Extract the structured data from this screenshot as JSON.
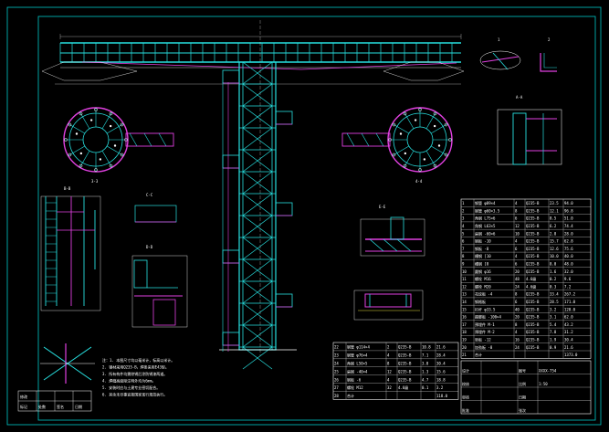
{
  "sheet": {
    "background": "#000000",
    "frame_color": "#00c8c8",
    "title_block_text": "XXXX-754",
    "scale_text": "1:50"
  },
  "colors": {
    "cyan": "#27e0e0",
    "magenta": "#e040e0",
    "white": "#ffffff",
    "yellow": "#e8e040",
    "green": "#40e040",
    "red": "#e03030"
  },
  "views": {
    "detail_1": "1",
    "detail_2": "2",
    "plan_left": "3-3",
    "plan_right": "4-4",
    "section_a": "A-A",
    "section_b": "B-B",
    "section_c": "C-C",
    "section_d": "D-D",
    "section_e": "E-E"
  },
  "notes": {
    "lines": [
      "注：1. 本图尺寸均以毫米计，标高以米计。",
      "2. 钢材采用Q235-B，焊条采用E43型。",
      "3. 所有构件均需除锈后涂防锈漆两道。",
      "4. 焊缝高度除注明外均为6mm。",
      "5. 安装时应与土建专业密切配合。",
      "6. 其余未尽事宜按国家现行规范执行。"
    ]
  },
  "material_table_right": {
    "rows": [
      [
        "1",
        "钢管 φ89×4",
        "4",
        "Q235-B",
        "23.5",
        "94.0"
      ],
      [
        "2",
        "钢管 φ60×3.5",
        "8",
        "Q235-B",
        "12.1",
        "96.8"
      ],
      [
        "3",
        "角钢 L75×6",
        "6",
        "Q235-B",
        "8.5",
        "51.0"
      ],
      [
        "4",
        "角钢 L63×5",
        "12",
        "Q235-B",
        "6.2",
        "74.4"
      ],
      [
        "5",
        "扁钢 -60×6",
        "10",
        "Q235-B",
        "2.8",
        "28.0"
      ],
      [
        "6",
        "钢板 -10",
        "4",
        "Q235-B",
        "15.7",
        "62.8"
      ],
      [
        "7",
        "钢板 -8",
        "6",
        "Q235-B",
        "12.6",
        "75.6"
      ],
      [
        "8",
        "槽钢 [10",
        "4",
        "Q235-B",
        "10.0",
        "40.0"
      ],
      [
        "9",
        "槽钢 [8",
        "6",
        "Q235-B",
        "8.0",
        "48.0"
      ],
      [
        "10",
        "圆钢 φ16",
        "20",
        "Q235-B",
        "1.6",
        "32.0"
      ],
      [
        "11",
        "螺栓 M16",
        "48",
        "4.6级",
        "0.2",
        "9.6"
      ],
      [
        "12",
        "螺栓 M20",
        "24",
        "4.6级",
        "0.3",
        "7.2"
      ],
      [
        "13",
        "花纹板 -4",
        "8",
        "Q235-B",
        "33.4",
        "267.2"
      ],
      [
        "14",
        "钢格板",
        "6",
        "Q235-B",
        "28.5",
        "171.0"
      ],
      [
        "15",
        "栏杆 φ33.5",
        "40",
        "Q235-B",
        "3.2",
        "128.0"
      ],
      [
        "16",
        "踢脚板 -100×4",
        "20",
        "Q235-B",
        "3.1",
        "62.0"
      ],
      [
        "17",
        "预埋件 M-1",
        "8",
        "Q235-B",
        "5.4",
        "43.2"
      ],
      [
        "18",
        "预埋件 M-2",
        "4",
        "Q235-B",
        "7.8",
        "31.2"
      ],
      [
        "19",
        "垫板 -12",
        "16",
        "Q235-B",
        "1.9",
        "30.4"
      ],
      [
        "20",
        "加劲板 -8",
        "24",
        "Q235-B",
        "0.9",
        "21.6"
      ],
      [
        "21",
        "合计",
        "",
        "",
        "",
        "1373.0"
      ]
    ]
  },
  "material_table_bottom": {
    "rows": [
      [
        "22",
        "钢管 φ114×4",
        "2",
        "Q235-B",
        "10.8",
        "21.6"
      ],
      [
        "23",
        "钢管 φ76×4",
        "4",
        "Q235-B",
        "7.1",
        "28.4"
      ],
      [
        "24",
        "角钢 L50×5",
        "8",
        "Q235-B",
        "3.8",
        "30.4"
      ],
      [
        "25",
        "扁钢 -40×4",
        "12",
        "Q235-B",
        "1.3",
        "15.6"
      ],
      [
        "26",
        "钢板 -6",
        "4",
        "Q235-B",
        "4.7",
        "18.8"
      ],
      [
        "27",
        "螺栓 M12",
        "32",
        "4.6级",
        "0.1",
        "3.2"
      ],
      [
        "28",
        "合计",
        "",
        "",
        "",
        "118.0"
      ]
    ]
  },
  "title_block": {
    "rows": [
      [
        "设计",
        "",
        "图号",
        "XXXX-754"
      ],
      [
        "校核",
        "",
        "比例",
        "1:50"
      ],
      [
        "审核",
        "",
        "日期",
        ""
      ],
      [
        "批准",
        "",
        "张次",
        ""
      ]
    ]
  },
  "bottom_left_table": {
    "rows": [
      [
        "修改",
        "",
        "",
        ""
      ],
      [
        "标记",
        "处数",
        "签名",
        "日期"
      ]
    ]
  }
}
